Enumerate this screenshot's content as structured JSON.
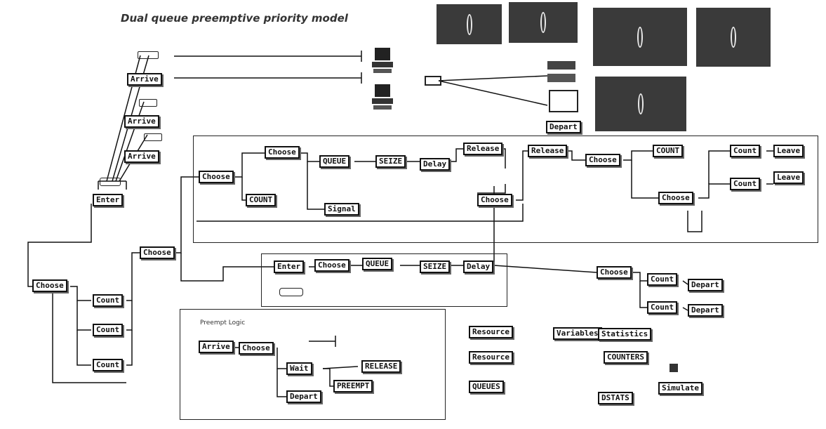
{
  "title": "Dual queue preemptive priority model",
  "panels": {
    "preempt_title": "Preempt Logic"
  },
  "blocks": {
    "arrive_1": "Arrive",
    "arrive_2": "Arrive",
    "arrive_3": "Arrive",
    "enter_main": "Enter",
    "choose_main": "Choose",
    "count_1": "Count",
    "count_2": "Count",
    "count_3": "Count",
    "choose_mid": "Choose",
    "choose_top_a": "Choose",
    "choose_top_b": "Choose",
    "count_top": "COUNT",
    "queue_top": "QUEUE",
    "seize_top": "SEIZE",
    "delay_top": "Delay",
    "signal_top": "Signal",
    "release_top_a": "Release",
    "release_top_b": "Release",
    "choose_top_c": "Choose",
    "choose_top_d": "Choose",
    "count_top_b": "COUNT",
    "choose_top_e": "Choose",
    "count_top_c": "Count",
    "count_top_d": "Count",
    "leave_1": "Leave",
    "leave_2": "Leave",
    "depart_top": "Depart",
    "enter_mid": "Enter",
    "choose_mid_b": "Choose",
    "queue_mid": "QUEUE",
    "seize_mid": "SEIZE",
    "delay_mid": "Delay",
    "choose_right": "Choose",
    "count_right_a": "Count",
    "count_right_b": "Count",
    "depart_right_a": "Depart",
    "depart_right_b": "Depart",
    "arrive_pre": "Arrive",
    "choose_pre": "Choose",
    "wait_pre": "Wait",
    "release_pre": "RELEASE",
    "depart_pre": "Depart",
    "preempt_pre": "PREEMPT",
    "resource_1": "Resource",
    "resource_2": "Resource",
    "queues": "QUEUES",
    "variables": "Variables",
    "statistics": "Statistics",
    "counters": "COUNTERS",
    "dstats": "DSTATS",
    "simulate": "Simulate"
  },
  "screens_count": 5
}
